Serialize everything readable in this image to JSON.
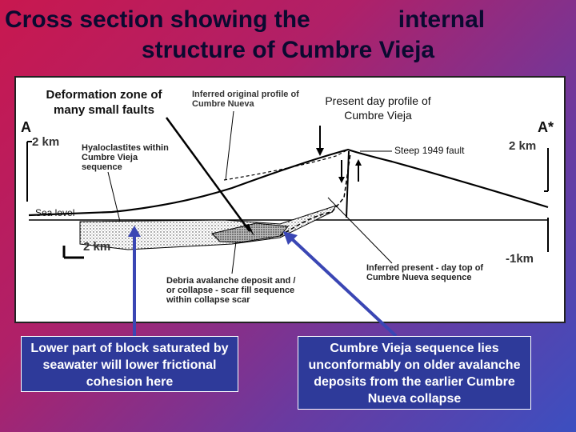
{
  "title": {
    "line1_a": "Cross section showing the",
    "line1_b": "internal",
    "line2": "structure of Cumbre Vieja"
  },
  "figure": {
    "deformation_label": "Deformation zone of many small faults",
    "inferred_original": "Inferred original profile of Cumbre Nueva",
    "present_day": "Present day profile of Cumbre Vieja",
    "left_endpoint": "A",
    "right_endpoint": "A*",
    "left_scale": "2 km",
    "right_scale": "2 km",
    "hyaloclastites": "Hyaloclastites within Cumbre Vieja sequence",
    "steep_fault": "Steep 1949 fault",
    "sea_level": "Sea level",
    "bottom_scale": "2 km",
    "right_depth": "-1km",
    "inferred_present": "Inferred present - day top of Cumbre Nueva sequence",
    "debris": "Debria avalanche deposit and / or collapse - scar fill sequence within collapse scar"
  },
  "callouts": {
    "left": "Lower part of block saturated by seawater will lower frictional cohesion here",
    "right": "Cumbre Vieja sequence lies unconformably on older avalanche deposits from the earlier Cumbre Nueva collapse"
  },
  "colors": {
    "callout_bg": "#2e3a9a",
    "arrow": "#3a46b4",
    "title_text": "#0a0a30"
  }
}
